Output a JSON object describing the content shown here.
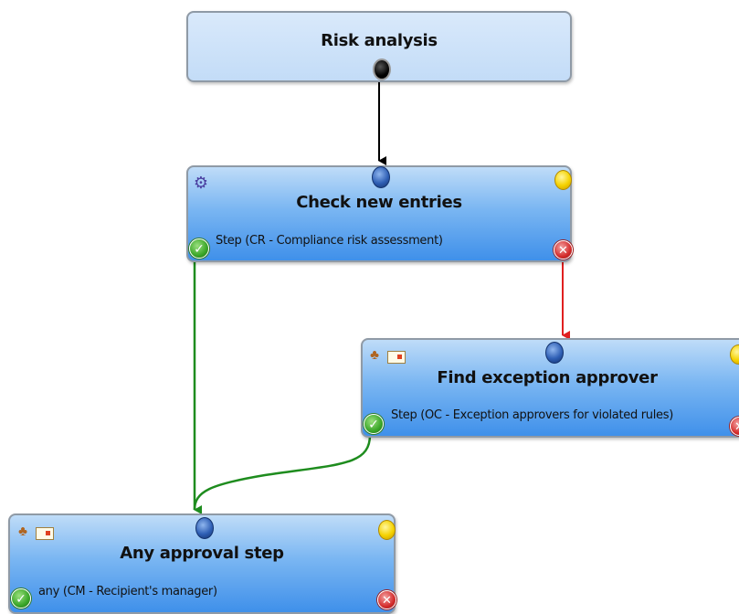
{
  "nodes": {
    "risk": {
      "title": "Risk analysis"
    },
    "check": {
      "title": "Check new entries",
      "subtitle": "Step (CR - Compliance risk assessment)"
    },
    "find": {
      "title": "Find exception approver",
      "subtitle": "Step (OC - Exception approvers for violated rules)"
    },
    "any": {
      "title": "Any approval step",
      "subtitle": "any (CM - Recipient's manager)"
    }
  },
  "edges": [
    {
      "from": "Risk analysis",
      "to": "Check new entries",
      "type": "default",
      "color": "#000000"
    },
    {
      "from": "Check new entries",
      "to": "Any approval step",
      "type": "approved",
      "color": "#1e8c1e"
    },
    {
      "from": "Check new entries",
      "to": "Find exception approver",
      "type": "rejected",
      "color": "#e02020"
    },
    {
      "from": "Find exception approver",
      "to": "Any approval step",
      "type": "approved",
      "color": "#1e8c1e"
    }
  ],
  "icons": {
    "check": "gear-icon",
    "find": "people-mail-icon",
    "any": "people-mail-icon",
    "approve": "check-circle-icon",
    "reject": "x-circle-icon"
  },
  "colors": {
    "node_fill": "#5aa3ee",
    "approve_edge": "#1e8c1e",
    "reject_edge": "#e02020",
    "default_edge": "#000000"
  }
}
